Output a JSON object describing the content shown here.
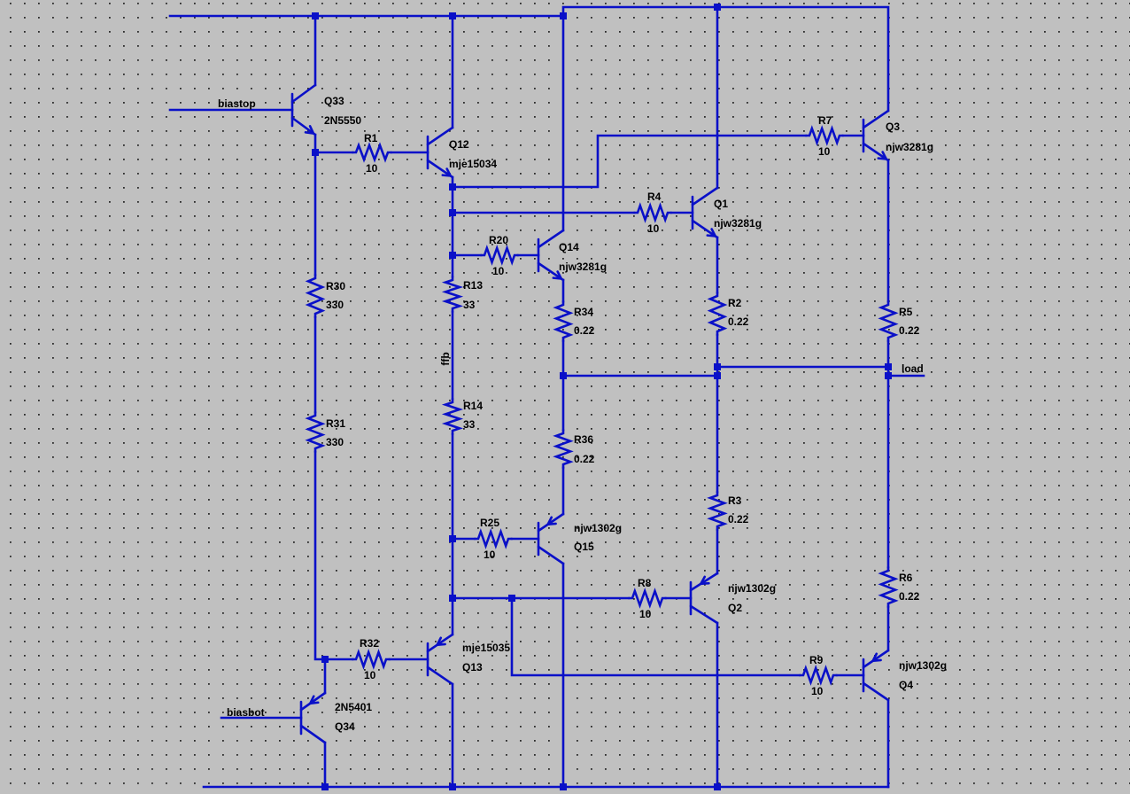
{
  "colors": {
    "background": "#c0c0c0",
    "grid_dot": "#2a2a2a",
    "wire": "#0a10c8",
    "text": "#000000"
  },
  "net_labels": {
    "biastop": "biastop",
    "biasbot": "biasbot",
    "load": "load",
    "ffb": "ffb"
  },
  "transistors": {
    "Q33": {
      "ref": "Q33",
      "model": "2N5550",
      "symbol": "npn-transistor"
    },
    "Q12": {
      "ref": "Q12",
      "model": "mje15034",
      "symbol": "npn-transistor"
    },
    "Q3": {
      "ref": "Q3",
      "model": "njw3281g",
      "symbol": "npn-transistor"
    },
    "Q1": {
      "ref": "Q1",
      "model": "njw3281g",
      "symbol": "npn-transistor"
    },
    "Q14": {
      "ref": "Q14",
      "model": "njw3281g",
      "symbol": "npn-transistor"
    },
    "Q15": {
      "ref": "Q15",
      "model": "njw1302g",
      "symbol": "pnp-transistor"
    },
    "Q2": {
      "ref": "Q2",
      "model": "njw1302g",
      "symbol": "pnp-transistor"
    },
    "Q4": {
      "ref": "Q4",
      "model": "njw1302g",
      "symbol": "pnp-transistor"
    },
    "Q13": {
      "ref": "Q13",
      "model": "mje15035",
      "symbol": "pnp-transistor"
    },
    "Q34": {
      "ref": "Q34",
      "model": "2N5401",
      "symbol": "pnp-transistor"
    }
  },
  "resistors": {
    "R1": {
      "ref": "R1",
      "value": "10"
    },
    "R7": {
      "ref": "R7",
      "value": "10"
    },
    "R4": {
      "ref": "R4",
      "value": "10"
    },
    "R20": {
      "ref": "R20",
      "value": "10"
    },
    "R25": {
      "ref": "R25",
      "value": "10"
    },
    "R8": {
      "ref": "R8",
      "value": "10"
    },
    "R9": {
      "ref": "R9",
      "value": "10"
    },
    "R32": {
      "ref": "R32",
      "value": "10"
    },
    "R30": {
      "ref": "R30",
      "value": "330"
    },
    "R31": {
      "ref": "R31",
      "value": "330"
    },
    "R13": {
      "ref": "R13",
      "value": "33"
    },
    "R14": {
      "ref": "R14",
      "value": "33"
    },
    "R34": {
      "ref": "R34",
      "value": "0.22"
    },
    "R36": {
      "ref": "R36",
      "value": "0.22"
    },
    "R2": {
      "ref": "R2",
      "value": "0.22"
    },
    "R3": {
      "ref": "R3",
      "value": "0.22"
    },
    "R5": {
      "ref": "R5",
      "value": "0.22"
    },
    "R6": {
      "ref": "R6",
      "value": "0.22"
    }
  }
}
